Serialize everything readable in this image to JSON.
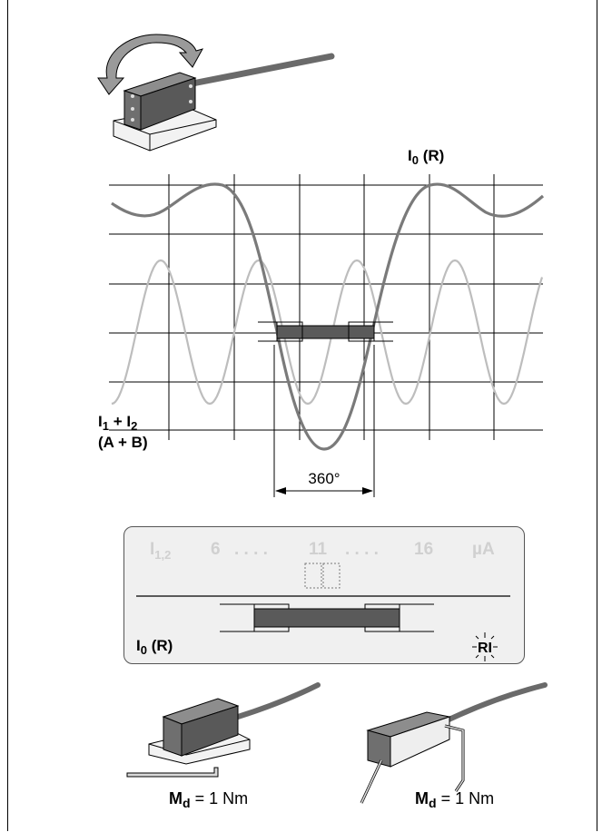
{
  "signal_plot": {
    "label_ref": "I",
    "label_ref_sub": "0",
    "label_ref_suffix": " (R)",
    "label_inc_line1_a": "I",
    "label_inc_line1_sub1": "1",
    "label_inc_line1_mid": " + I",
    "label_inc_line1_sub2": "2",
    "label_inc_line2": "(A + B)",
    "dimension_label": "360°",
    "colors": {
      "ref_curve": "#7a7a7a",
      "inc_curve": "#bdbdbd",
      "grid": "#000000",
      "bar": "#5a5a5a"
    }
  },
  "display": {
    "row_label": "I",
    "row_label_sub": "1,2",
    "scale": [
      "6",
      ". . . .",
      "11",
      ". . . .",
      "16"
    ],
    "unit": "µA",
    "ref_label": "I",
    "ref_label_sub": "0",
    "ref_label_suffix": " (R)",
    "ri_label": "RI",
    "colors": {
      "faded_text": "#d0d0d0",
      "bar": "#5a5a5a"
    }
  },
  "bottom": {
    "left_torque_sym": "M",
    "left_torque_sub": "d",
    "left_torque_value": " = 1 Nm",
    "right_torque_sym": "M",
    "right_torque_sub": "d",
    "right_torque_value": " = 1 Nm"
  }
}
